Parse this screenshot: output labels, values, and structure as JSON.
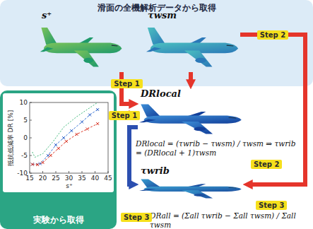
{
  "diagram": {
    "nodes": [
      {
        "text": [
          "滑面の全機解析データから取得"
        ]
      },
      {
        "text": [
          "s⁺"
        ],
        "in": 0
      },
      {
        "text": [
          "τwsm"
        ],
        "in": 0
      },
      {
        "text": [
          "実験から取得"
        ]
      },
      {
        "text": [
          "DRlocal"
        ]
      },
      {
        "text": [
          "τwrib"
        ]
      }
    ],
    "edges": [
      {
        "from": 1,
        "to": 4,
        "arrow": "to",
        "label": "Step 1"
      },
      {
        "from": 2,
        "to": 4,
        "arrow": "to"
      },
      {
        "from": 3,
        "to": 4,
        "arrow": "to",
        "label": "Step 1"
      },
      {
        "from": 4,
        "to": 5,
        "arrow": "to"
      },
      {
        "from": 2,
        "to": 5,
        "arrow": "to",
        "label": "Step 2"
      }
    ],
    "labels": [
      "10",
      "5",
      "0",
      "-5",
      "-10",
      "15",
      "20",
      "25",
      "30",
      "35",
      "40",
      "45",
      "s⁺",
      "抵抗低減率 DR [%]",
      "DRlocal = (τwrib − τwsm) / τwsm ⇒ τwrib = (DRlocal + 1)τwsm",
      "DRall = (Σall τwrib − Σall τwsm) / Σall τwsm",
      "Step 2",
      "Step 3",
      "Step 3"
    ]
  }
}
